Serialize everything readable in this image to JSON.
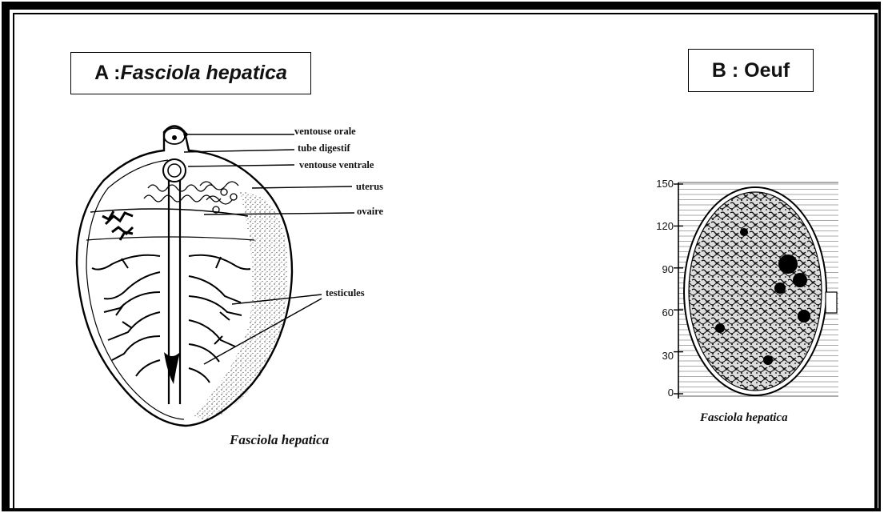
{
  "panel_a": {
    "title_letter": "A : ",
    "title_name": "Fasciola hepatica",
    "labels": {
      "ventouse_orale": "ventouse orale",
      "tube_digestif": "tube digestif",
      "ventouse_ventrale": "ventouse ventrale",
      "uterus": "uterus",
      "ovaire": "ovaire",
      "testicules": "testicules"
    },
    "caption": "Fasciola hepatica"
  },
  "panel_b": {
    "title": "B : Oeuf",
    "scale_ticks": [
      "150",
      "120",
      "90",
      "60",
      "30",
      "0"
    ],
    "scale_values": [
      150,
      120,
      90,
      60,
      30,
      0
    ],
    "caption": "Fasciola hepatica"
  }
}
